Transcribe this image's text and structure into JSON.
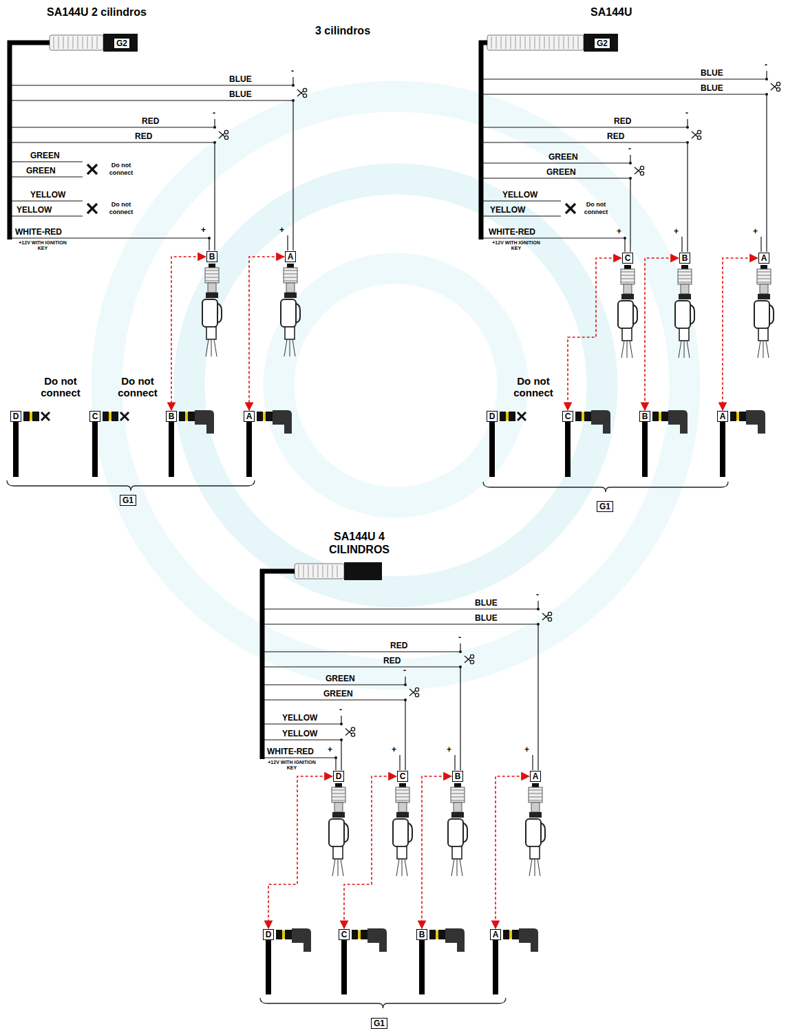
{
  "diagram": {
    "nodes": [
      {
        "text": [
          "G2"
        ]
      },
      {
        "text": [
          "B"
        ]
      },
      {
        "text": [
          "A"
        ]
      },
      {
        "text": [
          "D"
        ]
      },
      {
        "text": [
          "C"
        ]
      },
      {
        "text": [
          "B"
        ]
      },
      {
        "text": [
          "A"
        ]
      },
      {
        "text": [
          "G1"
        ]
      },
      {
        "text": [
          "G2"
        ]
      },
      {
        "text": [
          "C"
        ]
      },
      {
        "text": [
          "B"
        ]
      },
      {
        "text": [
          "A"
        ]
      },
      {
        "text": [
          "D"
        ]
      },
      {
        "text": [
          "C"
        ]
      },
      {
        "text": [
          "B"
        ]
      },
      {
        "text": [
          "A"
        ]
      },
      {
        "text": [
          "G1"
        ]
      },
      {
        "text": [
          "D"
        ]
      },
      {
        "text": [
          "C"
        ]
      },
      {
        "text": [
          "B"
        ]
      },
      {
        "text": [
          "A"
        ]
      },
      {
        "text": [
          "D"
        ]
      },
      {
        "text": [
          "C"
        ]
      },
      {
        "text": [
          "B"
        ]
      },
      {
        "text": [
          "A"
        ]
      },
      {
        "text": [
          "G1"
        ]
      }
    ],
    "edges": [
      {
        "from": 1,
        "to": 5,
        "arrow": "both"
      },
      {
        "from": 2,
        "to": 6,
        "arrow": "both"
      },
      {
        "from": 9,
        "to": 13,
        "arrow": "both"
      },
      {
        "from": 10,
        "to": 14,
        "arrow": "both"
      },
      {
        "from": 11,
        "to": 15,
        "arrow": "both"
      },
      {
        "from": 17,
        "to": 21,
        "arrow": "both"
      },
      {
        "from": 18,
        "to": 22,
        "arrow": "both"
      },
      {
        "from": 19,
        "to": 23,
        "arrow": "both"
      },
      {
        "from": 20,
        "to": 24,
        "arrow": "both"
      }
    ],
    "labels": [
      "SA144U 2 cilindros",
      "3 cilindros",
      "SA144U",
      "BLUE",
      "BLUE",
      "RED",
      "RED",
      "GREEN",
      "GREEN",
      "Do not connect",
      "YELLOW",
      "YELLOW",
      "Do not connect",
      "WHITE-RED",
      "+12V WITH IGNITION KEY",
      "-",
      "-",
      "+",
      "+",
      "Do not connect",
      "Do not connect",
      "BLUE",
      "BLUE",
      "RED",
      "RED",
      "GREEN",
      "GREEN",
      "YELLOW",
      "YELLOW",
      "Do not connect",
      "WHITE-RED",
      "+12V WITH IGNITION KEY",
      "-",
      "-",
      "-",
      "+",
      "+",
      "+",
      "Do not connect",
      "SA144U 4 CILINDROS",
      "BLUE",
      "BLUE",
      "RED",
      "RED",
      "GREEN",
      "GREEN",
      "YELLOW",
      "YELLOW",
      "WHITE-RED",
      "+12V WITH IGNITION KEY",
      "-",
      "-",
      "-",
      "-",
      "+",
      "+",
      "+",
      "+"
    ]
  }
}
